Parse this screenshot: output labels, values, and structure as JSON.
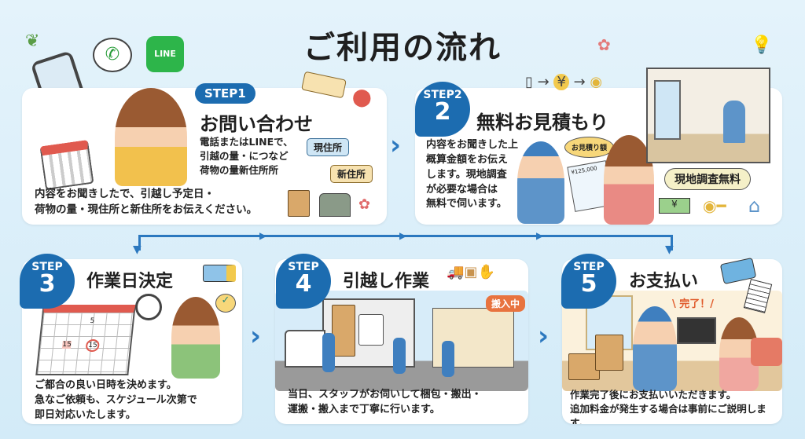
{
  "title": "ご利用の流れ",
  "icons": {
    "line_label": "LINE"
  },
  "steps": [
    {
      "badge": "STEP1",
      "title": "お問い合わせ",
      "sub": [
        "電話またはLINEで、",
        "引越の量・につなど",
        "荷物の量新住所所"
      ],
      "text": [
        "内容をお聞きしたで、引越し予定日・",
        "荷物の量・現住所と新住所をお伝えください。"
      ],
      "tags": [
        "現住所",
        "新住所"
      ]
    },
    {
      "badge": "STEP2",
      "num": "2",
      "title": "無料お見積もり",
      "text": [
        "内容をお聞きした上",
        "概算金額をお伝え",
        "します。現地調査",
        "が必要な場合は",
        "無料で伺います。"
      ],
      "bubble": "お見積り額",
      "amount": "¥125,000",
      "survey": "現地調査無料"
    },
    {
      "badge": "STEP",
      "num": "3",
      "title": "作業日決定",
      "text": [
        "ご都合の良い日時を決めます。",
        "急なご依頼も、スケジュール次第で",
        "即日対応いたします。"
      ],
      "cal": [
        "5",
        "15",
        "15"
      ]
    },
    {
      "badge": "STEP",
      "num": "4",
      "title": "引越し作業",
      "text": [
        "当日、スタッフがお伺いして梱包・搬出・",
        "運搬・搬入まで丁寧に行います。"
      ],
      "bubble": "搬入中"
    },
    {
      "badge": "STEP",
      "num": "5",
      "title": "お支払い",
      "text": [
        "作業完了後にお支払いいただきます。",
        "追加料金が発生する場合は事前にご説明します。"
      ],
      "bubble": "\\ 完了！/"
    }
  ],
  "colors": {
    "accent": "#1c6cb0",
    "arrow": "#2b78bf"
  }
}
